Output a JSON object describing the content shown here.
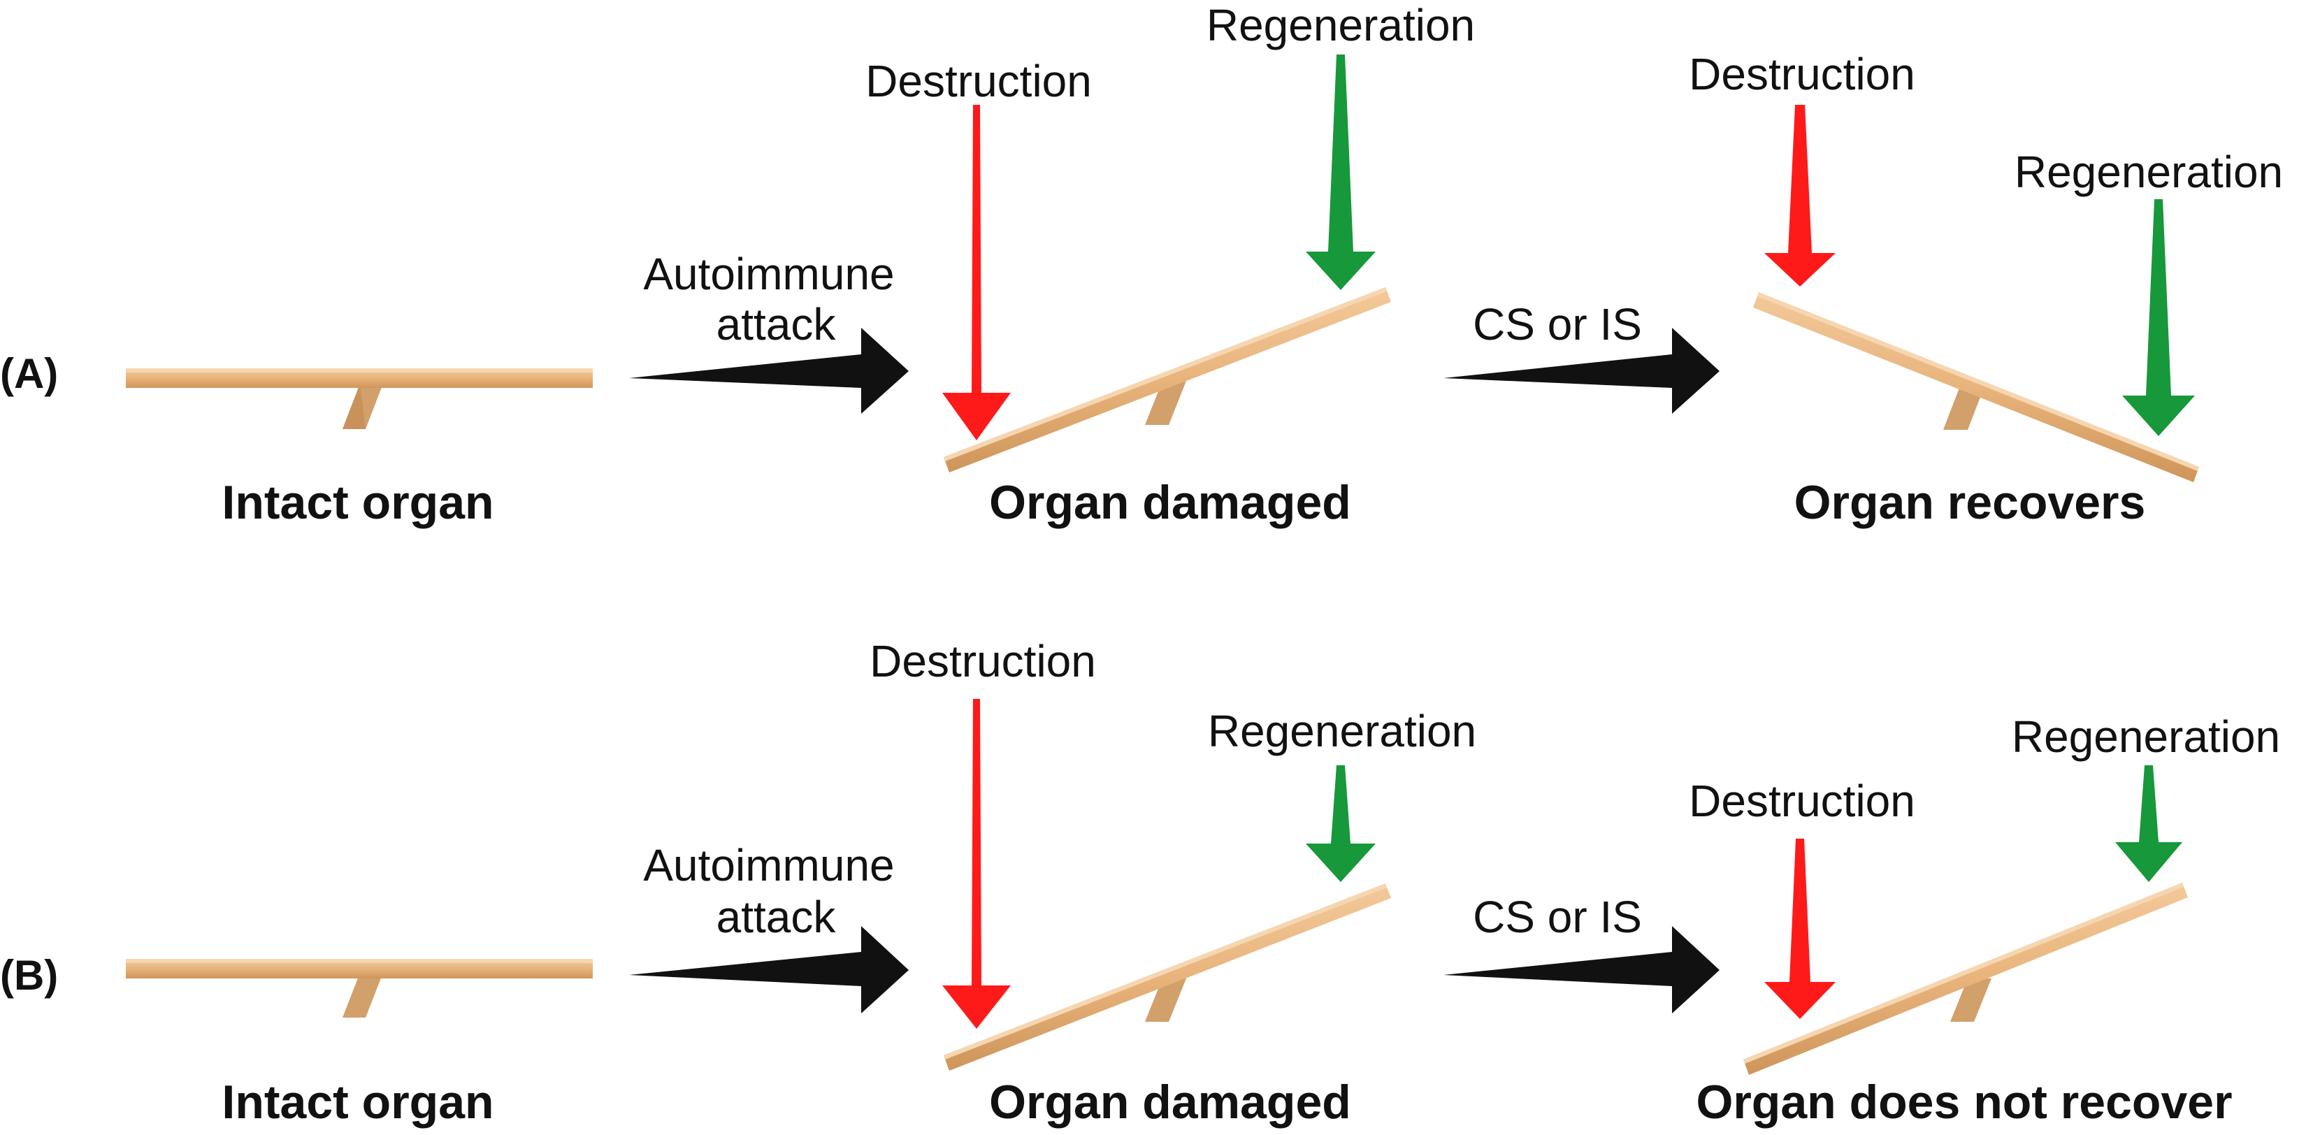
{
  "colors": {
    "destruction": "#ff1a1a",
    "regeneration": "#17983a",
    "transition": "#111111",
    "plank": "#e8b47c",
    "fulcrum": "#d2a06a"
  },
  "row_a": {
    "tag": "(A)",
    "stage1": {
      "caption": "Intact organ"
    },
    "arrow1": {
      "line1": "Autoimmune",
      "line2": "attack"
    },
    "stage2": {
      "destruction": "Destruction",
      "regeneration": "Regeneration",
      "caption": "Organ damaged"
    },
    "arrow2": {
      "label": "CS or IS"
    },
    "stage3": {
      "destruction": "Destruction",
      "regeneration": "Regeneration",
      "caption": "Organ recovers"
    }
  },
  "row_b": {
    "tag": "(B)",
    "stage1": {
      "caption": "Intact organ"
    },
    "arrow1": {
      "line1": "Autoimmune",
      "line2": "attack"
    },
    "stage2": {
      "destruction": "Destruction",
      "regeneration": "Regeneration",
      "caption": "Organ damaged"
    },
    "arrow2": {
      "label": "CS or IS"
    },
    "stage3": {
      "destruction": "Destruction",
      "regeneration": "Regeneration",
      "caption": "Organ does not recover"
    }
  }
}
